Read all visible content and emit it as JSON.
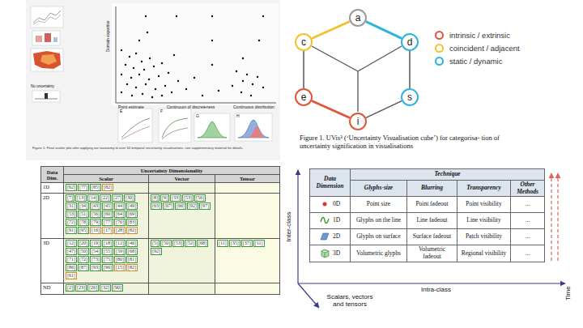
{
  "diagram": {
    "nodes": [
      {
        "text": [
          "a"
        ]
      },
      {
        "text": [
          "c"
        ]
      },
      {
        "text": [
          "d"
        ]
      },
      {
        "text": [
          "e"
        ]
      },
      {
        "text": [
          "s"
        ]
      },
      {
        "text": [
          "i"
        ]
      }
    ],
    "edges": [
      {
        "from": 0,
        "to": 1,
        "arrow": "none"
      },
      {
        "from": 0,
        "to": 2,
        "arrow": "none"
      },
      {
        "from": 1,
        "to": 3,
        "arrow": "none"
      },
      {
        "from": 2,
        "to": 4,
        "arrow": "none"
      },
      {
        "from": 3,
        "to": 5,
        "arrow": "none"
      },
      {
        "from": 4,
        "to": 5,
        "arrow": "none"
      }
    ],
    "labels": [
      "Domain expertise",
      "No uncertainty",
      "Point estimate",
      "Continuum of discreteness",
      "Continuous distribution",
      "E",
      "F",
      "G",
      "H",
      "Figure 1: Final scatter plot after applying our taxonomy to over 50 temporal uncertainty visualisations, see supplementary material for details.",
      "Figure 1. UVis³ (‘Uncertainty Visualisation cube’) for categorisa- tion of uncertainty signification in visualisations",
      "Uncertainty Dimensionality",
      "Data Dim.",
      "Scalar",
      "Vector",
      "Tensor",
      "1D",
      "2D",
      "3D",
      "ND",
      "[62]",
      "[77]",
      "[85]",
      "[82]",
      "[7]",
      "[13]",
      "[14]",
      "[22]",
      "[27]",
      "[30]",
      "[31]",
      "[34]",
      "[43]",
      "[45]",
      "[44]",
      "[49]",
      "[53]",
      "[51]",
      "[56]",
      "[60]",
      "[64]",
      "[69]",
      "[72]",
      "[78]",
      "[79]",
      "[77]",
      "[76]",
      "[83]",
      "[91]",
      "[95]",
      "[16]",
      "[17]",
      "[28]",
      "[82]",
      "[8]",
      "[9]",
      "[33]",
      "[53]",
      "[56]",
      "[63]",
      "[67]",
      "[66]",
      "[92]",
      "[97]",
      "[12]",
      "[20]",
      "[19]",
      "[18]",
      "[12]",
      "[46]",
      "[47]",
      "[50]",
      "[54]",
      "[55]",
      "[59]",
      "[68]",
      "[71]",
      "[72]",
      "[73]",
      "[75]",
      "[80]",
      "[81]",
      "[86]",
      "[87]",
      "[93]",
      "[96]",
      "[15]",
      "[82]",
      "[61]",
      "[5]",
      "[50]",
      "[53]",
      "[52]",
      "[68]",
      "[92]",
      "[11]",
      "[35]",
      "[37]",
      "[11]",
      "[2]",
      "[23]",
      "[26]",
      "[32]",
      "[90]",
      "Data Dimension",
      "Technique",
      "Glyphs-size",
      "Blurring",
      "Transparency",
      "Other Methods",
      "0D",
      "Point size",
      "Point fadeout",
      "Point visibility",
      "...",
      "1D",
      "Glyphs on the line",
      "Line fadeout",
      "Line visibility",
      "...",
      "2D",
      "Glyphs on surface",
      "Surface fadeout",
      "Patch visibility",
      "...",
      "3D",
      "Volumetric glyphs",
      "Volumetric fadeout",
      "Regional visibility",
      "...",
      "Inter-class",
      "Intra-class",
      "Scalars, vectors and tensors",
      "Time"
    ],
    "legend": [
      {
        "text": "intrinsic / extrinsic",
        "color": "#e2553a"
      },
      {
        "text": "coincident / adjacent",
        "color": "#f2c12e"
      },
      {
        "text": "static / dynamic",
        "color": "#2bb5dc"
      }
    ]
  }
}
